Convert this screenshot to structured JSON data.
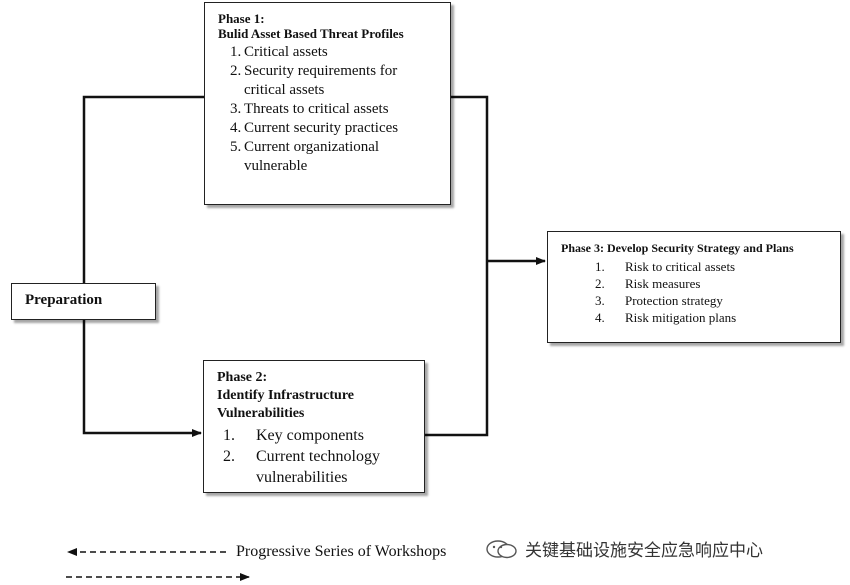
{
  "phase1": {
    "heading": "Phase 1:",
    "title": "Bulid Asset Based Threat Profiles",
    "items": [
      {
        "num": "1.",
        "text": "Critical assets"
      },
      {
        "num": "2.",
        "text": "Security requirements for critical assets"
      },
      {
        "num": "3.",
        "text": "Threats to critical assets"
      },
      {
        "num": "4.",
        "text": "Current security practices"
      },
      {
        "num": "5.",
        "text": "Current organizational vulnerable"
      }
    ]
  },
  "phase2": {
    "heading": "Phase 2:",
    "title": "Identify Infrastructure Vulnerabilities",
    "items": [
      {
        "num": "1.",
        "text": "Key components"
      },
      {
        "num": "2.",
        "text": "Current technology vulnerabilities"
      }
    ]
  },
  "phase3": {
    "title": "Phase 3: Develop Security Strategy and Plans",
    "items": [
      {
        "num": "1.",
        "text": "Risk to critical assets"
      },
      {
        "num": "2.",
        "text": "Risk measures"
      },
      {
        "num": "3.",
        "text": "Protection strategy"
      },
      {
        "num": "4.",
        "text": "Risk mitigation plans"
      }
    ]
  },
  "preparation": {
    "label": "Preparation"
  },
  "legend": {
    "label": "Progressive Series of Workshops"
  },
  "watermark": {
    "text": "关键基础设施安全应急响应中心"
  }
}
